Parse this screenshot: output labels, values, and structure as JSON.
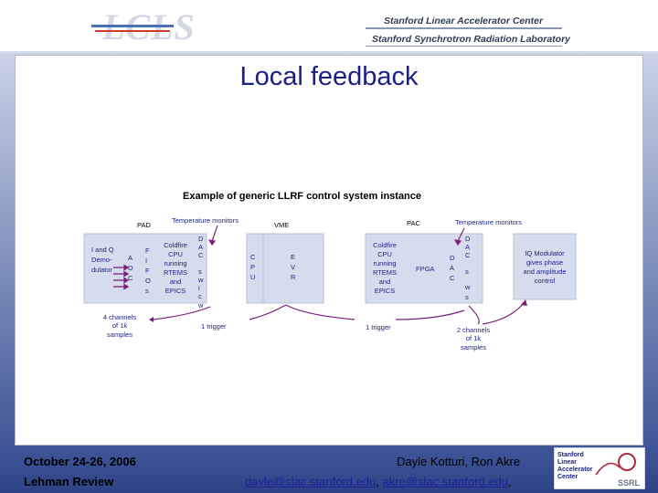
{
  "header": {
    "logo_text": "LCLS",
    "org_line_1": "Stanford Linear Accelerator Center",
    "org_line_2": "Stanford Synchrotron Radiation Laboratory"
  },
  "slide": {
    "title": "Local feedback"
  },
  "diagram": {
    "caption": "Example of generic LLRF control system instance",
    "pad_label": "PAD",
    "pad_temp_label": "Temperature monitors",
    "vme_label": "VME",
    "pac_label": "PAC",
    "pac_temp_label": "Temperature monitors",
    "iq_demod": [
      "I and Q",
      "Demo-",
      "dulator"
    ],
    "adc_left": [
      "A",
      "D",
      "C"
    ],
    "fifos": [
      "F",
      "I",
      "F",
      "O",
      "s"
    ],
    "coldfire_1": [
      "Coldfire",
      "CPU",
      "running",
      "RTEMS",
      "and",
      "EPICS"
    ],
    "dac_sw_left": [
      "D",
      "A",
      "C",
      "s",
      "w",
      "i",
      "c",
      "w"
    ],
    "cpu": [
      "C",
      "P",
      "U"
    ],
    "evr": [
      "E",
      "V",
      "R"
    ],
    "coldfire_2": [
      "Coldfire",
      "CPU",
      "running",
      "RTEMS",
      "and",
      "EPICS"
    ],
    "fpga": "FPGA",
    "dac_pac": [
      "D",
      "A",
      "C"
    ],
    "dac_right": [
      "D",
      "A",
      "C",
      "s",
      "w",
      "s"
    ],
    "iq_mod": [
      "IQ Modulator",
      "gives phase",
      "and amplitude",
      "control"
    ],
    "note_left": [
      "4 channels",
      "of 1k",
      "samples"
    ],
    "trigger_left": "1 trigger",
    "trigger_right": "1 trigger",
    "note_right": [
      "2 channels",
      "of 1k",
      "samples"
    ]
  },
  "footer": {
    "date": "October 24-26, 2006",
    "review": "Lehman Review",
    "authors": "Dayle Kotturi, Ron Akre",
    "email_1": "dayle@slac.stanford.edu",
    "email_sep": ", ",
    "email_2": "akre@slac.stanford.edu",
    "email_tail": ","
  },
  "emblem": {
    "lines": [
      "Stanford",
      "Linear",
      "Accelerator",
      "Center"
    ],
    "ssrl": "SSRL"
  },
  "colors": {
    "title": "#1b1f84",
    "box_fill": "#d6dced",
    "arrow": "#7b1f7c",
    "link": "#1e1e9a"
  }
}
